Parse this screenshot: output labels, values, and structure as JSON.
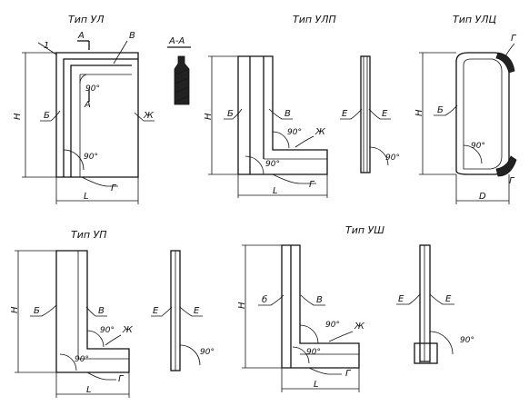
{
  "titles": {
    "ul": "Тип УЛ",
    "ulp": "Тип УЛП",
    "ulc": "Тип УЛЦ",
    "up": "Тип УП",
    "ush": "Тип УШ",
    "section": "А-А"
  },
  "letters": {
    "A": "А",
    "B": "Б",
    "b_lower": "б",
    "V": "В",
    "G": "Г",
    "D": "D",
    "E": "Е",
    "Zh": "Ж",
    "H": "Н",
    "L": "L",
    "one": "1"
  },
  "angle": "90°"
}
